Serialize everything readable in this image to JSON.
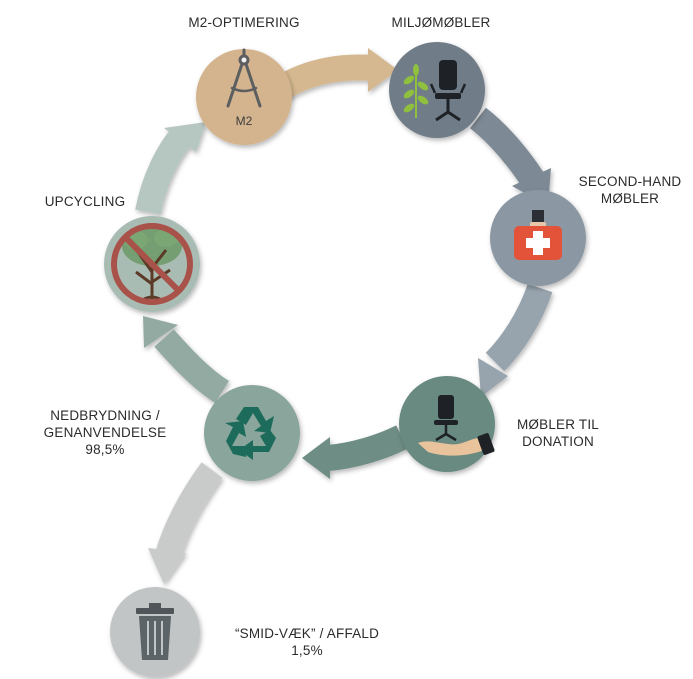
{
  "title": "",
  "nodes": [
    {
      "id": "m2",
      "lines": [
        "M2-OPTIMERING"
      ],
      "icon": "compass-icon",
      "icon_text": "M2",
      "color": "#d4b48e"
    },
    {
      "id": "miljo",
      "lines": [
        "MILJØMØBLER"
      ],
      "icon": "plant-chair-icon",
      "color": "#6f7b87"
    },
    {
      "id": "second",
      "lines": [
        "SECOND-HAND",
        "MØBLER"
      ],
      "icon": "first-aid-kit-icon",
      "color": "#8b98a3"
    },
    {
      "id": "donation",
      "lines": [
        "MØBLER TIL",
        "DONATION"
      ],
      "icon": "hand-chair-icon",
      "color": "#678a80"
    },
    {
      "id": "nedbrydning",
      "lines": [
        "NEDBRYDNING /",
        "GENANVENDELSE",
        "98,5%"
      ],
      "icon": "recycle-icon",
      "color": "#8aa59c"
    },
    {
      "id": "upcycling",
      "lines": [
        "UPCYCLING"
      ],
      "icon": "no-tree-icon",
      "color": "#a9bcb4"
    },
    {
      "id": "affald",
      "lines": [
        "“SMID-VÆK” / AFFALD",
        "1,5%"
      ],
      "icon": "trash-can-icon",
      "color": "#c2c5c5"
    }
  ],
  "colors": {
    "arrow_m2": "#d5b88f",
    "arrow_miljo": "#7d8995",
    "arrow_second": "#97a3ad",
    "arrow_donation": "#6e8d84",
    "arrow_nedbrydning": "#93aaa2",
    "arrow_upcycling": "#b6c6c0",
    "arrow_affald": "#c9cbcb",
    "first_aid_red": "#e2533a",
    "recycle_green": "#1d6b5a"
  }
}
